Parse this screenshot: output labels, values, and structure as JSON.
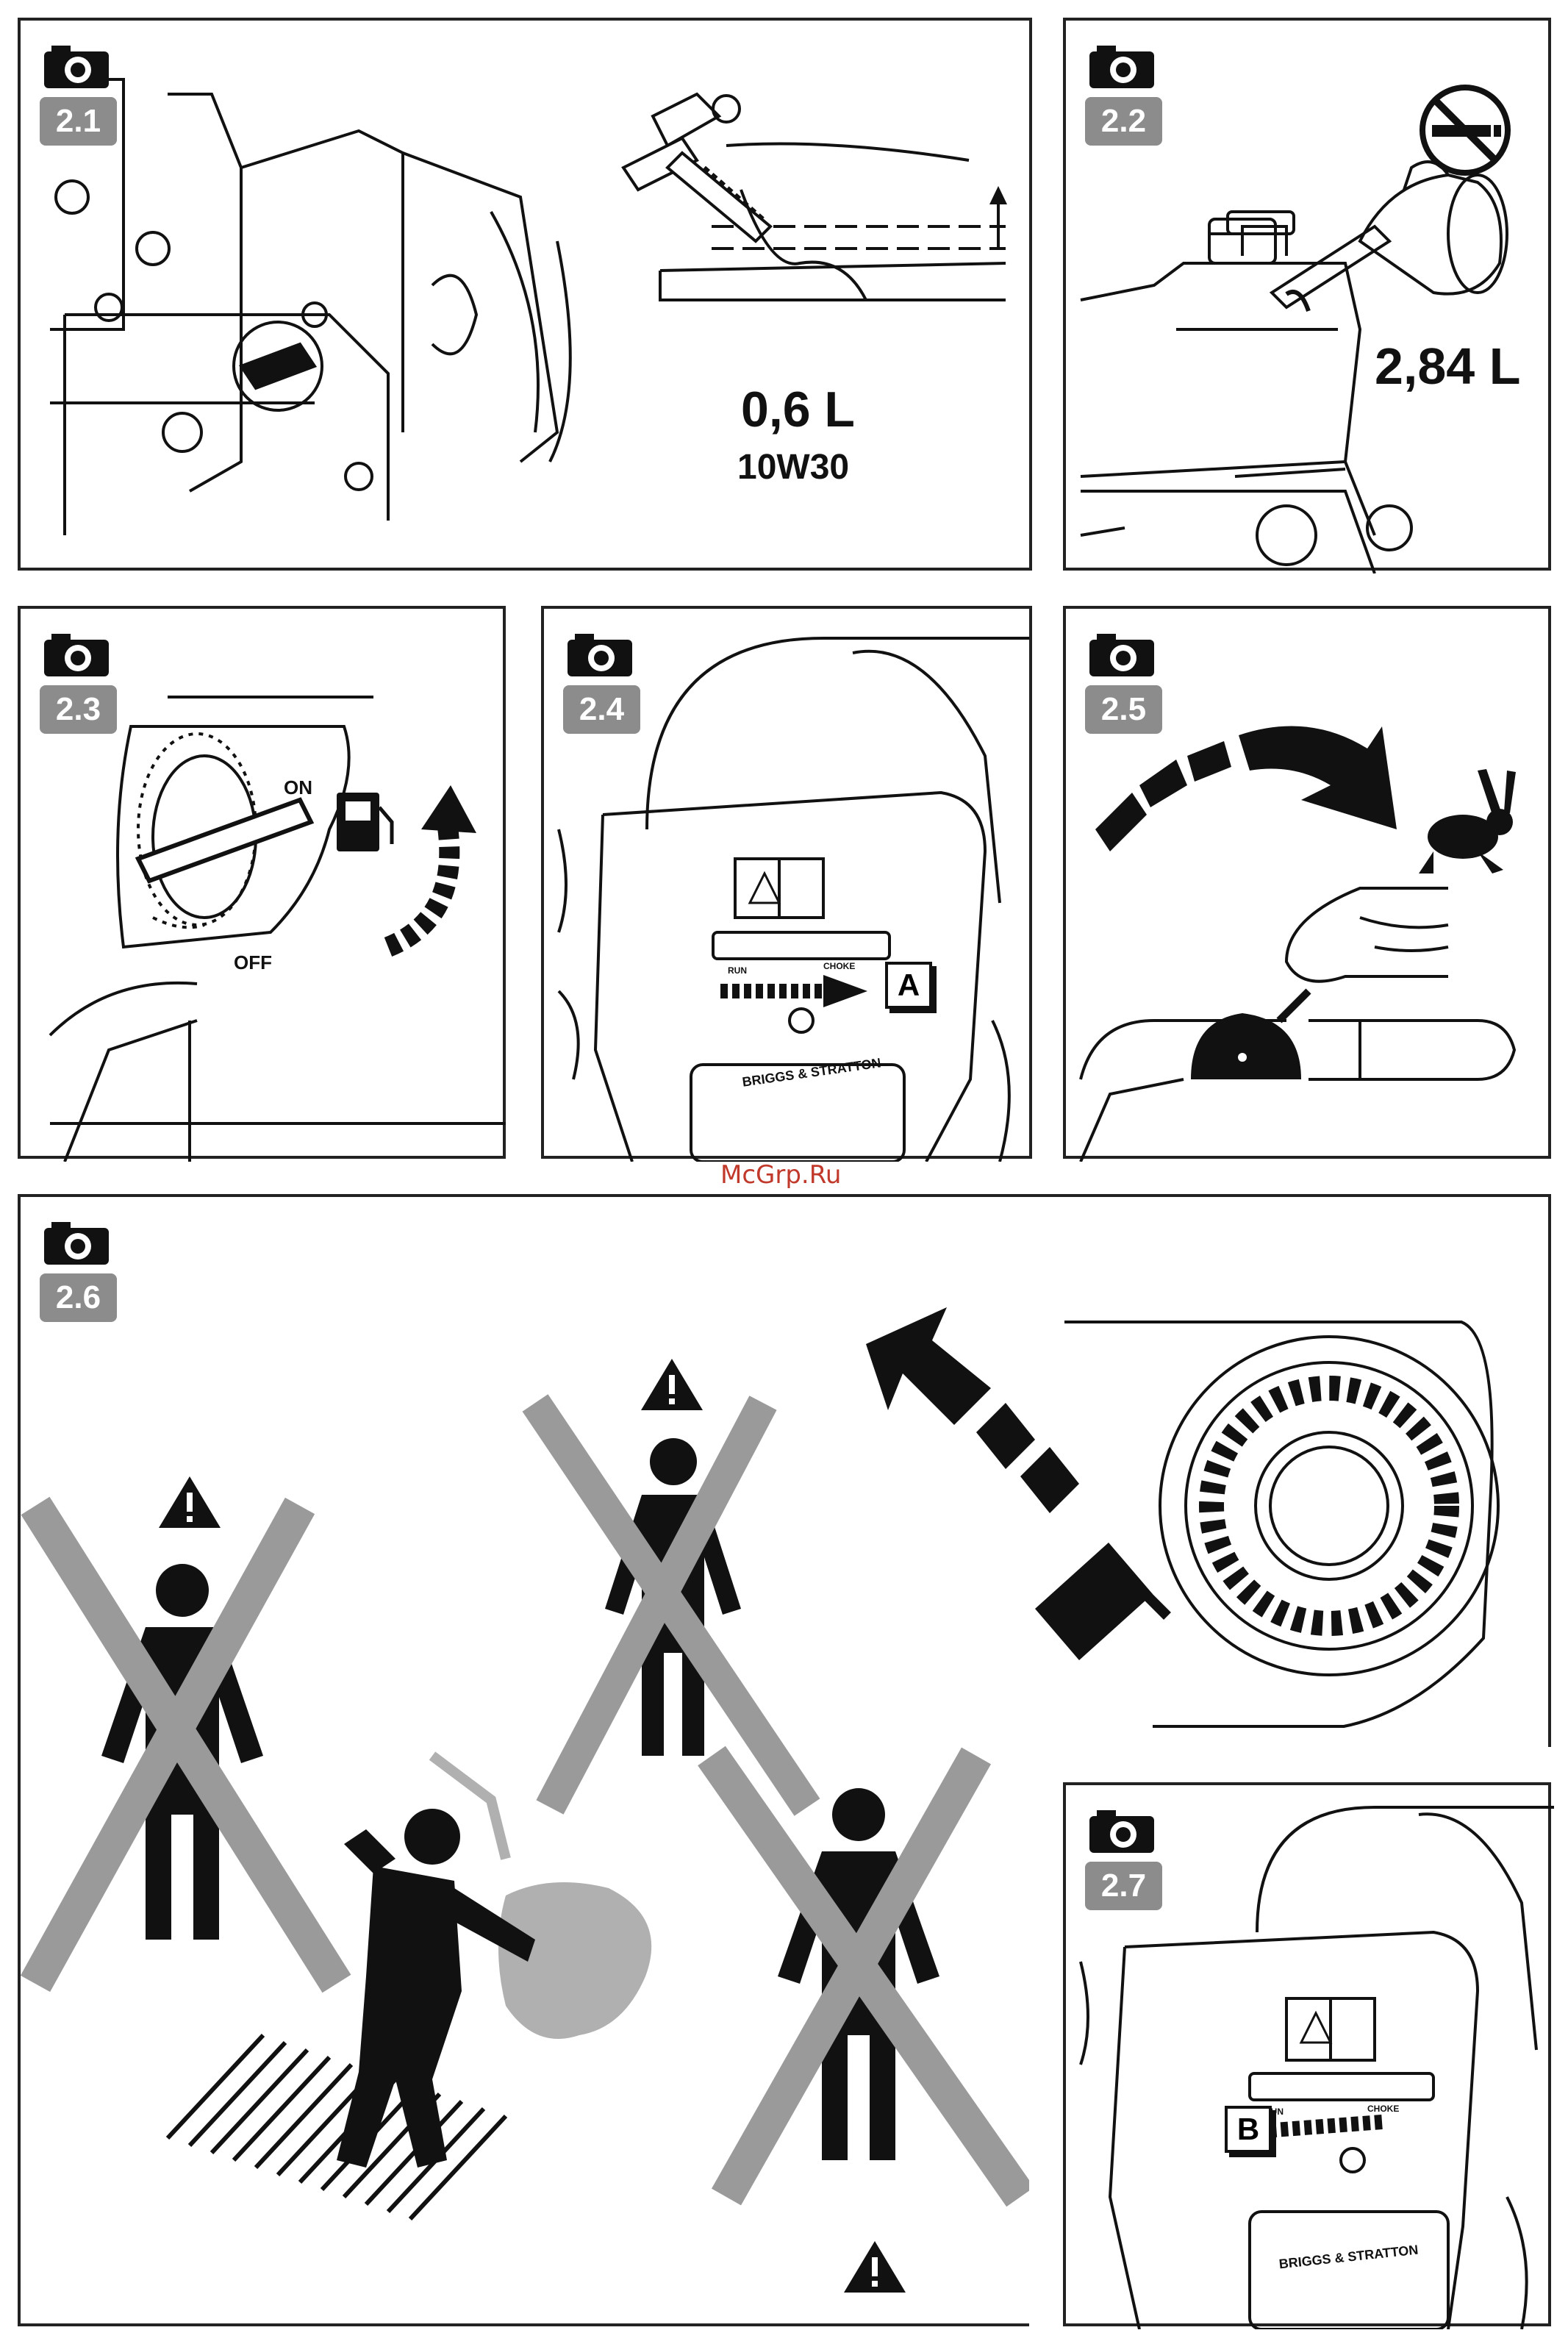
{
  "panels": [
    {
      "id": "2.1",
      "label": "2.1",
      "oil_volume": "0,6 L",
      "oil_grade": "10W30"
    },
    {
      "id": "2.2",
      "label": "2.2",
      "fuel_volume": "2,84 L"
    },
    {
      "id": "2.3",
      "label": "2.3",
      "valve_on": "ON",
      "valve_off": "OFF"
    },
    {
      "id": "2.4",
      "label": "2.4",
      "callout": "A",
      "brand": "BRIGGS & STRATTON",
      "lever_run": "RUN",
      "lever_choke": "CHOKE"
    },
    {
      "id": "2.5",
      "label": "2.5"
    },
    {
      "id": "2.6",
      "label": "2.6"
    },
    {
      "id": "2.7",
      "label": "2.7",
      "callout": "B",
      "brand": "BRIGGS & STRATTON",
      "lever_run": "RUN",
      "lever_choke": "CHOKE"
    }
  ],
  "watermark": "McGrp.Ru",
  "icons": {
    "camera": "camera-icon",
    "no_smoking": "no-smoking-icon",
    "warning": "warning-icon",
    "rabbit": "rabbit-icon"
  },
  "colors": {
    "badge": "#8c8c8c",
    "border": "#222222",
    "cross": "#9a9a9a",
    "watermark": "#c0392b"
  }
}
